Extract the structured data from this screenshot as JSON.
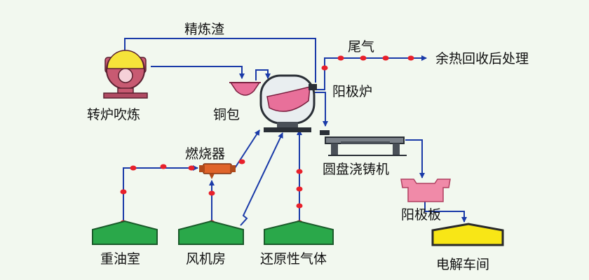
{
  "labels": {
    "slag": "精炼渣",
    "converter": "转炉吹炼",
    "ladle": "铜包",
    "anode_furnace": "阳极炉",
    "tail_gas": "尾气",
    "waste_heat": "余热回收后处理",
    "burner": "燃烧器",
    "casting_machine": "圆盘浇铸机",
    "anode_plate": "阳极板",
    "heavy_oil": "重油室",
    "blower_room": "风机房",
    "reducing_gas": "还原性气体",
    "electrolysis": "电解车间"
  },
  "colors": {
    "background": "#f2f8ef",
    "flow_line": "#1a3aa8",
    "node_dot": "#e8202a",
    "storage_green": "#2aa84a",
    "converter_body": "#c85a72",
    "melt_yellow": "#f6e33a",
    "ladle_pink": "#e8709a",
    "burner_orange": "#e0642a",
    "anode_plate_pink": "#f08aa8",
    "electrolysis_yellow": "#f8e616",
    "machine_gray": "#7a8088"
  },
  "icons": [
    "converter-icon",
    "ladle-icon",
    "anode-furnace-icon",
    "burner-icon",
    "casting-machine-icon",
    "anode-plate-icon",
    "storage-building-icon",
    "electrolysis-building-icon"
  ]
}
